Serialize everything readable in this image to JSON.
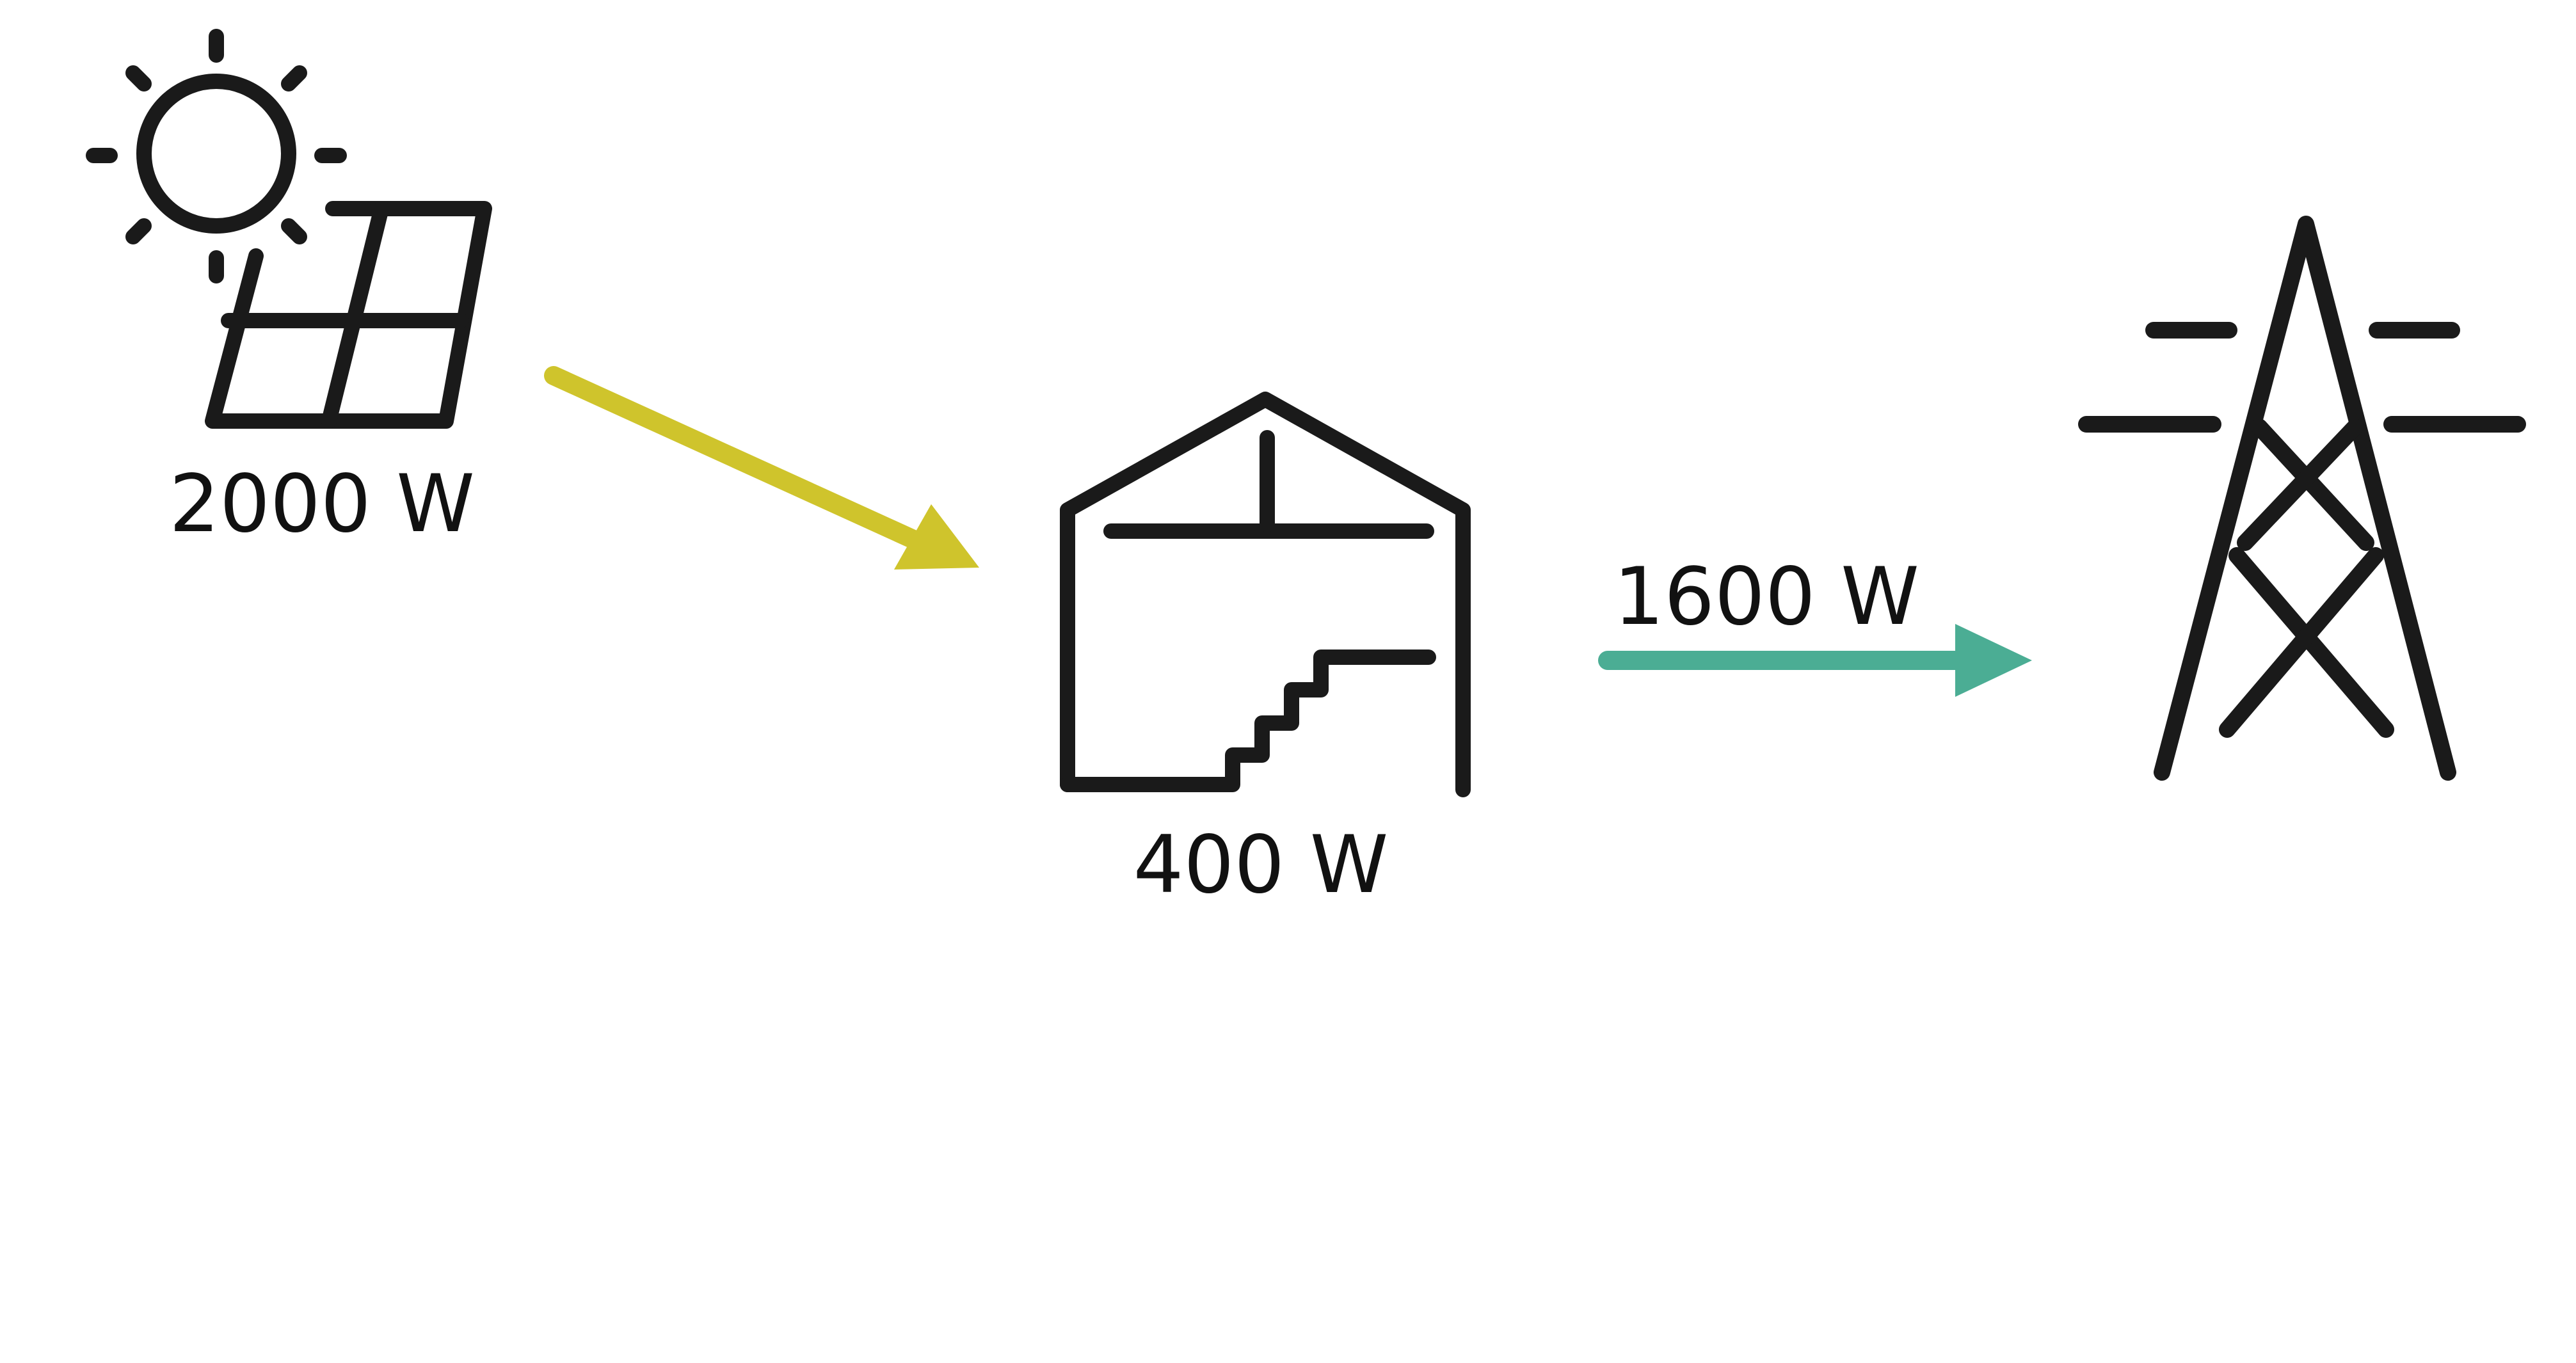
{
  "diagram": {
    "solar": {
      "icon": "solar-panel-sun-icon",
      "value": "2000 W"
    },
    "house": {
      "icon": "house-icon",
      "value": "400 W"
    },
    "grid": {
      "icon": "power-pylon-icon"
    },
    "flows": {
      "solar_to_house": {
        "icon": "arrow-right-icon",
        "color": "#cfc42c"
      },
      "house_to_grid": {
        "icon": "arrow-right-icon",
        "color": "#4bad94",
        "value": "1600 W"
      }
    },
    "colors": {
      "icon_stroke": "#1a1a1a",
      "text": "#111111",
      "background": "#ffffff"
    }
  }
}
